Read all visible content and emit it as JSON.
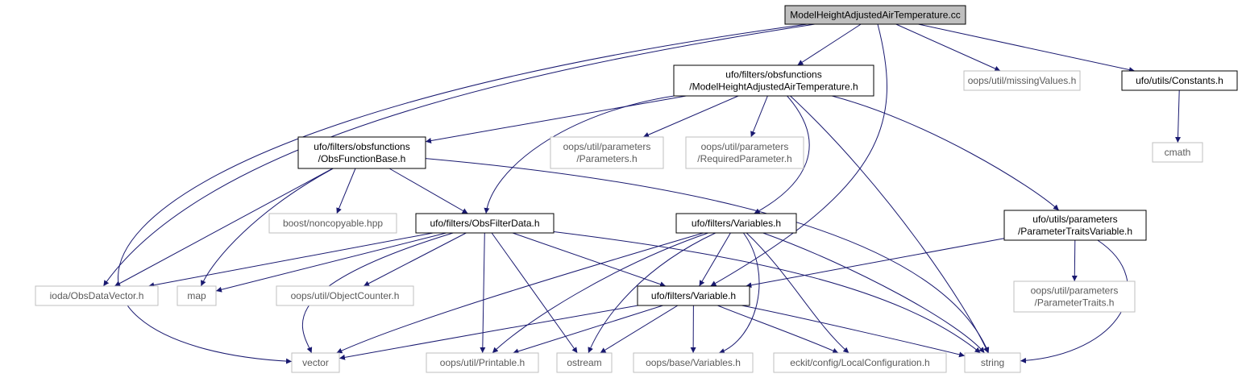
{
  "colors": {
    "edge": "#191970",
    "focus_fill": "#bfbfbf",
    "documented_border": "#000000",
    "undocumented_border": "#bfbfbf",
    "background": "#ffffff"
  },
  "nodes": [
    {
      "id": "root",
      "lines": [
        "ModelHeightAdjustedAirTemperature.cc"
      ],
      "kind": "focus"
    },
    {
      "id": "mhaat_h",
      "lines": [
        "ufo/filters/obsfunctions",
        "/ModelHeightAdjustedAirTemperature.h"
      ],
      "kind": "documented"
    },
    {
      "id": "missingvalues",
      "lines": [
        "oops/util/missingValues.h"
      ],
      "kind": "undocumented"
    },
    {
      "id": "constants",
      "lines": [
        "ufo/utils/Constants.h"
      ],
      "kind": "documented"
    },
    {
      "id": "cmath",
      "lines": [
        "cmath"
      ],
      "kind": "undocumented"
    },
    {
      "id": "obsfunctionbase",
      "lines": [
        "ufo/filters/obsfunctions",
        "/ObsFunctionBase.h"
      ],
      "kind": "documented"
    },
    {
      "id": "parameters",
      "lines": [
        "oops/util/parameters",
        "/Parameters.h"
      ],
      "kind": "undocumented"
    },
    {
      "id": "requiredparameter",
      "lines": [
        "oops/util/parameters",
        "/RequiredParameter.h"
      ],
      "kind": "undocumented"
    },
    {
      "id": "noncopyable",
      "lines": [
        "boost/noncopyable.hpp"
      ],
      "kind": "undocumented"
    },
    {
      "id": "obsfilterdata",
      "lines": [
        "ufo/filters/ObsFilterData.h"
      ],
      "kind": "documented"
    },
    {
      "id": "variables_h",
      "lines": [
        "ufo/filters/Variables.h"
      ],
      "kind": "documented"
    },
    {
      "id": "paramtraitsvar",
      "lines": [
        "ufo/utils/parameters",
        "/ParameterTraitsVariable.h"
      ],
      "kind": "documented"
    },
    {
      "id": "obsdatavector",
      "lines": [
        "ioda/ObsDataVector.h"
      ],
      "kind": "undocumented"
    },
    {
      "id": "map",
      "lines": [
        "map"
      ],
      "kind": "undocumented"
    },
    {
      "id": "objectcounter",
      "lines": [
        "oops/util/ObjectCounter.h"
      ],
      "kind": "undocumented"
    },
    {
      "id": "variable_h",
      "lines": [
        "ufo/filters/Variable.h"
      ],
      "kind": "documented"
    },
    {
      "id": "paramtraits",
      "lines": [
        "oops/util/parameters",
        "/ParameterTraits.h"
      ],
      "kind": "undocumented"
    },
    {
      "id": "vector",
      "lines": [
        "vector"
      ],
      "kind": "undocumented"
    },
    {
      "id": "printable",
      "lines": [
        "oops/util/Printable.h"
      ],
      "kind": "undocumented"
    },
    {
      "id": "ostream",
      "lines": [
        "ostream"
      ],
      "kind": "undocumented"
    },
    {
      "id": "basevariables",
      "lines": [
        "oops/base/Variables.h"
      ],
      "kind": "undocumented"
    },
    {
      "id": "localconfig",
      "lines": [
        "eckit/config/LocalConfiguration.h"
      ],
      "kind": "undocumented"
    },
    {
      "id": "string",
      "lines": [
        "string"
      ],
      "kind": "undocumented"
    }
  ],
  "edges": [
    [
      "root",
      "vector"
    ],
    [
      "root",
      "obsdatavector"
    ],
    [
      "root",
      "mhaat_h"
    ],
    [
      "root",
      "variable_h"
    ],
    [
      "root",
      "missingvalues"
    ],
    [
      "root",
      "constants"
    ],
    [
      "constants",
      "cmath"
    ],
    [
      "mhaat_h",
      "obsfunctionbase"
    ],
    [
      "mhaat_h",
      "obsfilterdata"
    ],
    [
      "mhaat_h",
      "parameters"
    ],
    [
      "mhaat_h",
      "requiredparameter"
    ],
    [
      "mhaat_h",
      "variables_h"
    ],
    [
      "mhaat_h",
      "string"
    ],
    [
      "mhaat_h",
      "paramtraitsvar"
    ],
    [
      "obsfunctionbase",
      "obsdatavector"
    ],
    [
      "obsfunctionbase",
      "map"
    ],
    [
      "obsfunctionbase",
      "noncopyable"
    ],
    [
      "obsfunctionbase",
      "obsfilterdata"
    ],
    [
      "obsfunctionbase",
      "string"
    ],
    [
      "obsfilterdata",
      "obsdatavector"
    ],
    [
      "obsfilterdata",
      "map"
    ],
    [
      "obsfilterdata",
      "vector"
    ],
    [
      "obsfilterdata",
      "objectcounter"
    ],
    [
      "obsfilterdata",
      "printable"
    ],
    [
      "obsfilterdata",
      "ostream"
    ],
    [
      "obsfilterdata",
      "variable_h"
    ],
    [
      "obsfilterdata",
      "string"
    ],
    [
      "variables_h",
      "vector"
    ],
    [
      "variables_h",
      "printable"
    ],
    [
      "variables_h",
      "ostream"
    ],
    [
      "variables_h",
      "variable_h"
    ],
    [
      "variables_h",
      "basevariables"
    ],
    [
      "variables_h",
      "localconfig"
    ],
    [
      "variables_h",
      "string"
    ],
    [
      "paramtraitsvar",
      "variable_h"
    ],
    [
      "paramtraitsvar",
      "paramtraits"
    ],
    [
      "paramtraitsvar",
      "string"
    ],
    [
      "variable_h",
      "vector"
    ],
    [
      "variable_h",
      "printable"
    ],
    [
      "variable_h",
      "ostream"
    ],
    [
      "variable_h",
      "basevariables"
    ],
    [
      "variable_h",
      "localconfig"
    ],
    [
      "variable_h",
      "string"
    ]
  ]
}
